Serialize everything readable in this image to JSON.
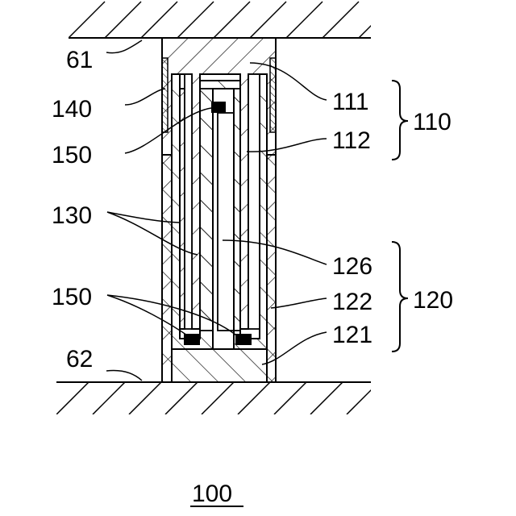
{
  "figure_number": "100",
  "labels": {
    "l61": "61",
    "l62": "62",
    "l140": "140",
    "l150_top": "150",
    "l130": "130",
    "l150_bottom": "150",
    "l111": "111",
    "l112": "112",
    "l110": "110",
    "l126": "126",
    "l122": "122",
    "l121": "121",
    "l120": "120"
  }
}
